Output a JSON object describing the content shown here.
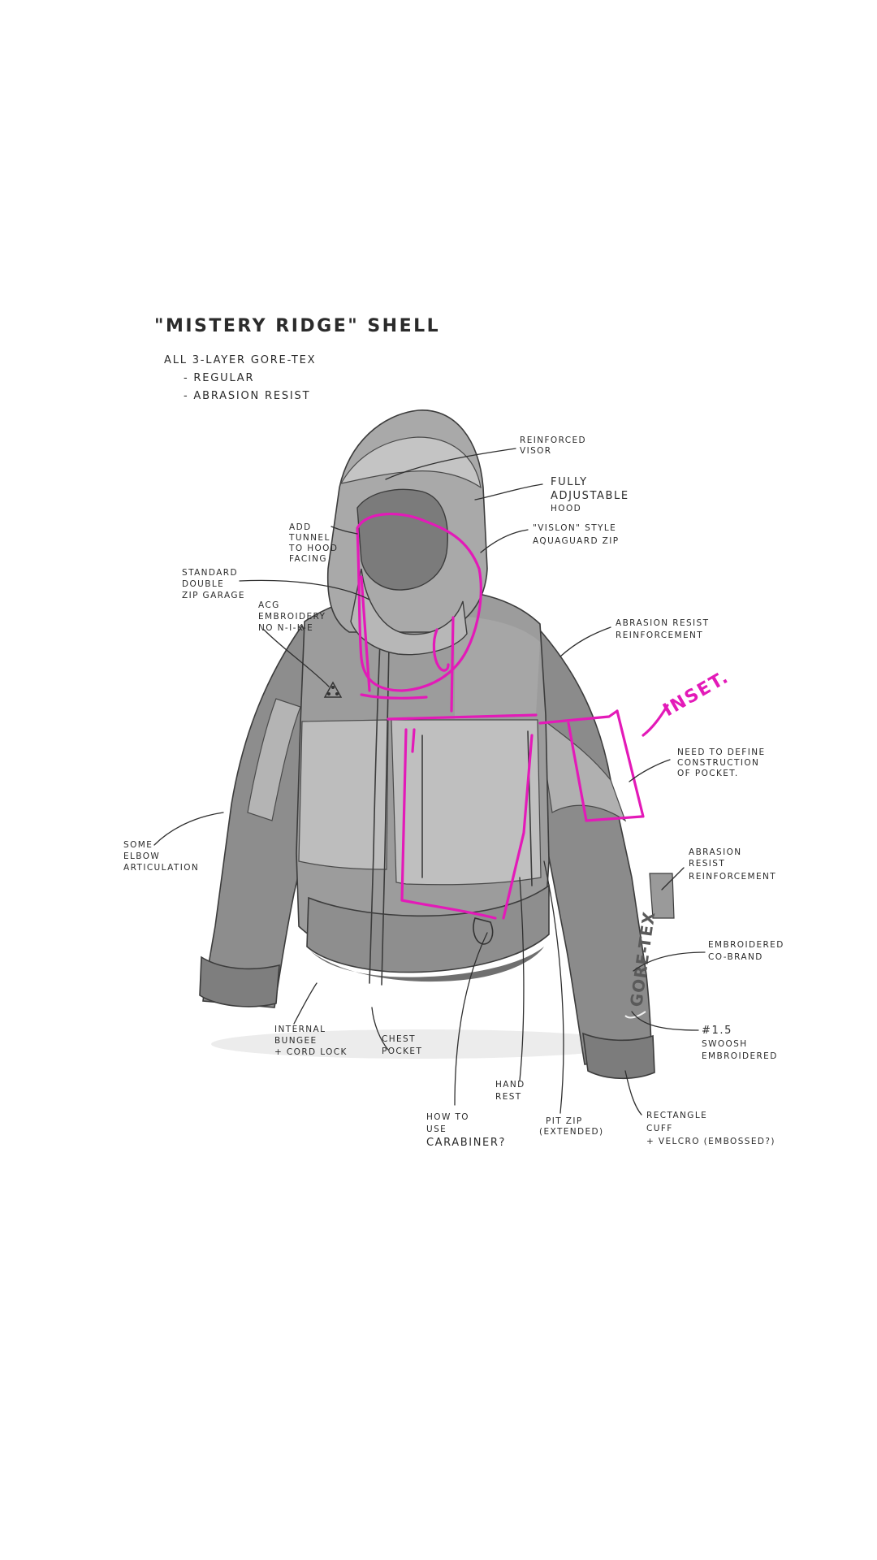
{
  "sketch": {
    "title": "\"MISTERY RIDGE\" SHELL",
    "subtitle": [
      "ALL 3-LAYER GORE-TEX",
      "- REGULAR",
      "- ABRASION RESIST"
    ],
    "markup_label": "INSET.",
    "garment_print": "GORE-TEX",
    "annotations": {
      "reinforced_visor": [
        "REINFORCED",
        "VISOR"
      ],
      "adjustable_hood": [
        "FULLY",
        "ADJUSTABLE",
        "HOOD"
      ],
      "aquaguard_zip": [
        "\"VISLON\" STYLE",
        "AQUAGUARD ZIP"
      ],
      "tunnel_hood": [
        "ADD",
        "TUNNEL",
        "TO HOOD",
        "FACING"
      ],
      "double_zip": [
        "STANDARD",
        "DOUBLE",
        "ZIP GARAGE"
      ],
      "acg_embroidery": [
        "ACG",
        "EMBROIDERY",
        "NO N-I-K-E"
      ],
      "abrasion_shoulder": [
        "ABRASION RESIST",
        "REINFORCEMENT"
      ],
      "pocket_construction": [
        "NEED TO DEFINE",
        "CONSTRUCTION",
        "OF POCKET."
      ],
      "elbow": [
        "SOME",
        "ELBOW",
        "ARTICULATION"
      ],
      "abrasion_sleeve": [
        "ABRASION",
        "RESIST",
        "REINFORCEMENT"
      ],
      "cobrand": [
        "EMBROIDERED",
        "CO-BRAND"
      ],
      "swoosh": [
        "#1.5",
        "SWOOSH",
        "EMBROIDERED"
      ],
      "bungee": [
        "INTERNAL",
        "BUNGEE",
        "+ CORD LOCK"
      ],
      "chest_pocket": [
        "CHEST",
        "POCKET"
      ],
      "hand_rest": [
        "HAND",
        "REST"
      ],
      "carabiner": [
        "HOW TO",
        "USE",
        "CARABINER?"
      ],
      "pit_zip": [
        "PIT ZIP",
        "(EXTENDED)"
      ],
      "cuff": [
        "RECTANGLE",
        "CUFF",
        "+ VELCRO (EMBOSSED?)"
      ]
    }
  }
}
